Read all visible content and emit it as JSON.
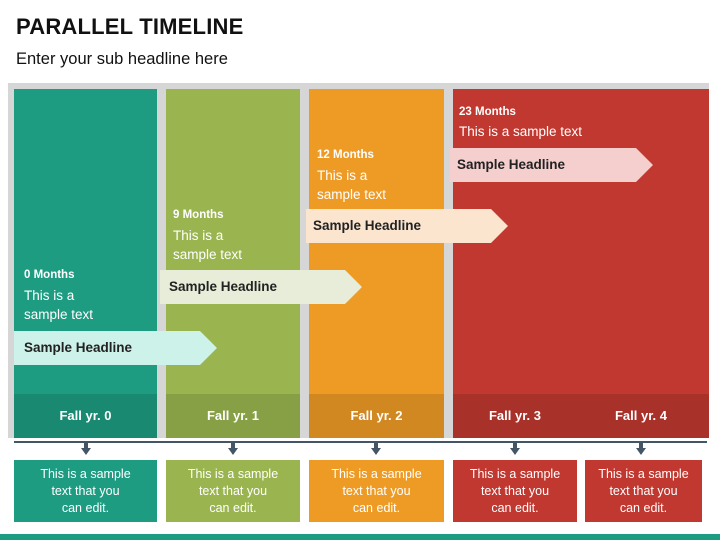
{
  "title": "PARALLEL TIMELINE",
  "subtitle": "Enter your sub headline here",
  "colors": {
    "teal": "#1e9c82",
    "green": "#9ab54f",
    "orange": "#ee9b26",
    "red": "#c0382f"
  },
  "milestones": [
    {
      "months": "0 Months",
      "text1": "This is a",
      "text2": "sample text",
      "headline": "Sample Headline"
    },
    {
      "months": "9 Months",
      "text1": "This is a",
      "text2": "sample text",
      "headline": "Sample Headline"
    },
    {
      "months": "12 Months",
      "text1": "This is a",
      "text2": "sample text",
      "headline": "Sample Headline"
    },
    {
      "months": "23 Months",
      "text1": "This is a sample text",
      "headline": "Sample Headline"
    }
  ],
  "years": [
    "Fall yr. 0",
    "Fall yr. 1",
    "Fall yr. 2",
    "Fall yr. 3",
    "Fall yr. 4"
  ],
  "boxes": [
    {
      "l1": "This is a sample",
      "l2": "text that you",
      "l3": "can edit."
    },
    {
      "l1": "This is a sample",
      "l2": "text that you",
      "l3": "can edit."
    },
    {
      "l1": "This is a sample",
      "l2": "text that you",
      "l3": "can edit."
    },
    {
      "l1": "This is a sample",
      "l2": "text that you",
      "l3": "can edit."
    },
    {
      "l1": "This is a sample",
      "l2": "text that you",
      "l3": "can edit."
    }
  ]
}
